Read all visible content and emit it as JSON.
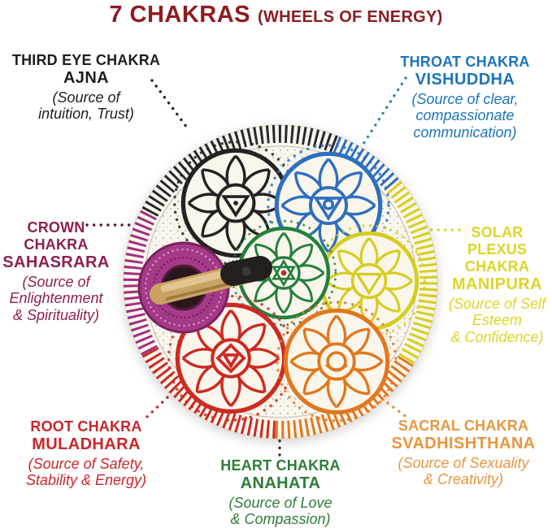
{
  "title": {
    "main": "7 CHAKRAS",
    "subtitle": "(WHEELS OF ENERGY)"
  },
  "labels": {
    "third_eye": {
      "name": "THIRD EYE CHAKRA",
      "sanskrit": "AJNA",
      "source": "(Source of\nintuition, Trust)"
    },
    "throat": {
      "name": "THROAT CHAKRA",
      "sanskrit": "VISHUDDHA",
      "source": "(Source of clear,\ncompassionate\ncommunication)"
    },
    "crown": {
      "name": "CROWN\nCHAKRA",
      "sanskrit": "SAHASRARA",
      "source": "(Source of\nEnlightenment\n& Spirituality)"
    },
    "solar": {
      "name": "SOLAR\nPLEXUS\nCHAKRA",
      "sanskrit": "MANIPURA",
      "source": "(Source of Self\nEsteem\n& Confidence)"
    },
    "root": {
      "name": "ROOT CHAKRA",
      "sanskrit": "MULADHARA",
      "source": "(Source of Safety,\nStability & Energy)"
    },
    "heart": {
      "name": "HEART CHAKRA",
      "sanskrit": "ANAHATA",
      "source": "(Source of Love\n& Compassion)"
    },
    "sacral": {
      "name": "SACRAL CHAKRA",
      "sanskrit": "SVADHISHTHANA",
      "source": "(Source of Sexuality\n& Creativity)"
    }
  },
  "plate": {
    "alt": "dot-painted chakra plate with burning palo santo stick"
  },
  "colors": {
    "title": "#8e1b22",
    "third_eye": "#1e1e1e",
    "third_eye_line": "#222222",
    "third_eye_sym": "#232323",
    "throat": "#1c75bb",
    "throat_line": "#2b8c9e",
    "throat_sym": "#2f6fc0",
    "crown": "#8e2051",
    "crown_line": "#5e1332",
    "crown_sym": "#a1307f",
    "solar": "#ded428",
    "solar_line": "#ded428",
    "solar_sym": "#d6cd1e",
    "root": "#c9262b",
    "root_line": "#c6242a",
    "root_sym": "#cd2a22",
    "heart": "#2e7d36",
    "heart_line": "#2f2f2f",
    "heart_sym": "#23803b",
    "sacral": "#e8963f",
    "sacral_line": "#df9140",
    "sacral_sym": "#e2771d"
  }
}
